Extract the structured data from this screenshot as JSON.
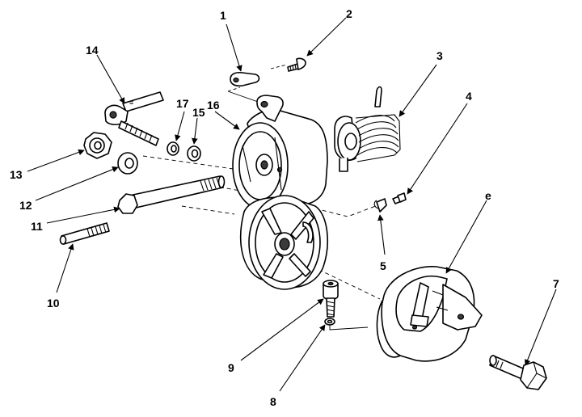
{
  "callouts": {
    "c1": "1",
    "c2": "2",
    "c3": "3",
    "c4": "4",
    "c5": "5",
    "c6": "e",
    "c7": "7",
    "c8": "8",
    "c9": "9",
    "c10": "10",
    "c11": "11",
    "c12": "12",
    "c13": "13",
    "c14": "14",
    "c15": "15",
    "c16": "16",
    "c17": "17"
  },
  "colors": {
    "ink": "#000000",
    "paper": "#ffffff",
    "shade": "#8a8a8a"
  }
}
